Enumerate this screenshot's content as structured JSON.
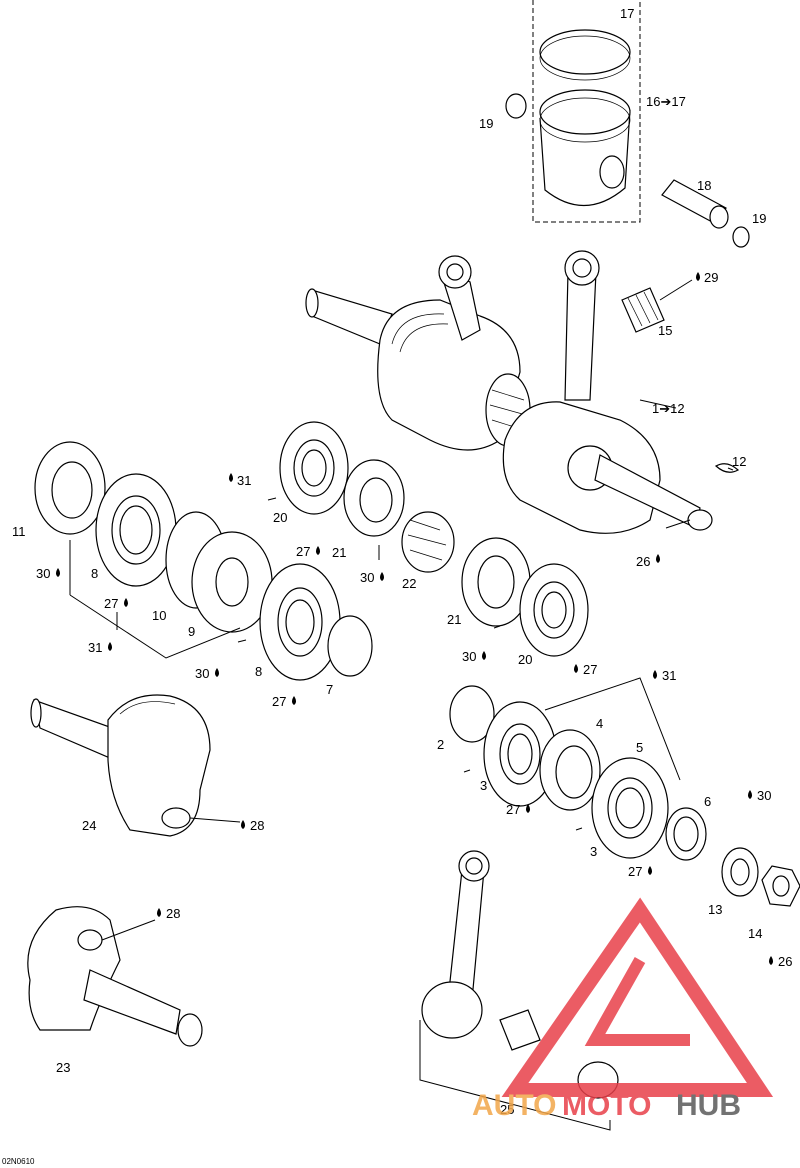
{
  "callouts": [
    {
      "id": "c17top",
      "text": "17"
    },
    {
      "id": "c16",
      "text": "16➔17"
    },
    {
      "id": "c19a",
      "text": "19"
    },
    {
      "id": "c18",
      "text": "18"
    },
    {
      "id": "c19b",
      "text": "19"
    },
    {
      "id": "c29",
      "text": "29"
    },
    {
      "id": "c15",
      "text": "15"
    },
    {
      "id": "c1",
      "text": "1➔12"
    },
    {
      "id": "c12",
      "text": "12"
    },
    {
      "id": "c26a",
      "text": "26"
    },
    {
      "id": "c11",
      "text": "11"
    },
    {
      "id": "c31a",
      "text": "31"
    },
    {
      "id": "c20a",
      "text": "20"
    },
    {
      "id": "c27a",
      "text": "27"
    },
    {
      "id": "c21a",
      "text": "21"
    },
    {
      "id": "c30a",
      "text": "30"
    },
    {
      "id": "c8a",
      "text": "8"
    },
    {
      "id": "c30b",
      "text": "30"
    },
    {
      "id": "c22",
      "text": "22"
    },
    {
      "id": "c27b",
      "text": "27"
    },
    {
      "id": "c10",
      "text": "10"
    },
    {
      "id": "c9",
      "text": "9"
    },
    {
      "id": "c31b",
      "text": "31"
    },
    {
      "id": "c30c",
      "text": "30"
    },
    {
      "id": "c8b",
      "text": "8"
    },
    {
      "id": "c27c",
      "text": "27"
    },
    {
      "id": "c7",
      "text": "7"
    },
    {
      "id": "c21b",
      "text": "21"
    },
    {
      "id": "c30d",
      "text": "30"
    },
    {
      "id": "c20b",
      "text": "20"
    },
    {
      "id": "c27d",
      "text": "27"
    },
    {
      "id": "c31c",
      "text": "31"
    },
    {
      "id": "c4",
      "text": "4"
    },
    {
      "id": "c2",
      "text": "2"
    },
    {
      "id": "c5",
      "text": "5"
    },
    {
      "id": "c3a",
      "text": "3"
    },
    {
      "id": "c6",
      "text": "6"
    },
    {
      "id": "c30e",
      "text": "30"
    },
    {
      "id": "c27e",
      "text": "27"
    },
    {
      "id": "c3b",
      "text": "3"
    },
    {
      "id": "c27f",
      "text": "27"
    },
    {
      "id": "c24",
      "text": "24"
    },
    {
      "id": "c28a",
      "text": "28"
    },
    {
      "id": "c28b",
      "text": "28"
    },
    {
      "id": "c13",
      "text": "13"
    },
    {
      "id": "c14",
      "text": "14"
    },
    {
      "id": "c26b",
      "text": "26"
    },
    {
      "id": "c23",
      "text": "23"
    },
    {
      "id": "c25",
      "text": "25"
    }
  ],
  "drawing_code": "02N0610",
  "watermark": {
    "text_auto": "AUTO",
    "text_moto": "MOTO",
    "text_hub": "HUB",
    "color_red": "#e8404a",
    "color_orange": "#f2a64a",
    "color_gray": "#5a5a5a"
  }
}
